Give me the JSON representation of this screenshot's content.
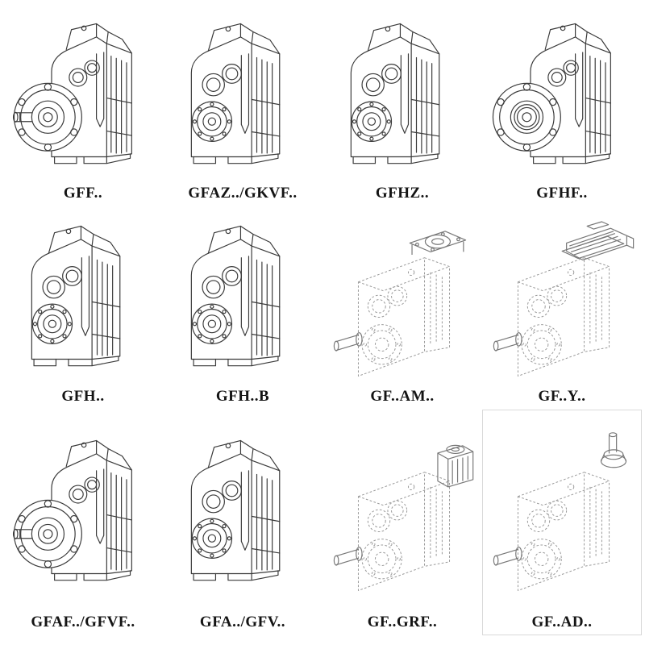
{
  "page": {
    "background": "#ffffff",
    "line_color_solid": "#3a3a3a",
    "line_color_dashed": "#9a9a9a",
    "line_color_attachment": "#777777",
    "label_color": "#141414"
  },
  "grid": {
    "cells": [
      {
        "label": "GFF..",
        "variant": "flange",
        "style": "solid",
        "framed": false
      },
      {
        "label": "GFAZ../GKVF..",
        "variant": "bores",
        "style": "solid",
        "framed": false
      },
      {
        "label": "GFHZ..",
        "variant": "bores",
        "style": "solid",
        "framed": false
      },
      {
        "label": "GFHF..",
        "variant": "flange2",
        "style": "solid",
        "framed": false
      },
      {
        "label": "GFH..",
        "variant": "bores",
        "style": "solid",
        "framed": false
      },
      {
        "label": "GFH..B",
        "variant": "bores",
        "style": "solid",
        "framed": false
      },
      {
        "label": "GF..AM..",
        "variant": "dash-am",
        "style": "dashed",
        "framed": false
      },
      {
        "label": "GF..Y..",
        "variant": "dash-motor",
        "style": "dashed",
        "framed": false
      },
      {
        "label": "GFAF../GFVF..",
        "variant": "flange",
        "style": "solid",
        "framed": false
      },
      {
        "label": "GFA../GFV..",
        "variant": "bores",
        "style": "solid",
        "framed": false
      },
      {
        "label": "GF..GRF..",
        "variant": "dash-gr",
        "style": "dashed",
        "framed": false
      },
      {
        "label": "GF..AD..",
        "variant": "dash-ad",
        "style": "dashed",
        "framed": true
      }
    ]
  }
}
